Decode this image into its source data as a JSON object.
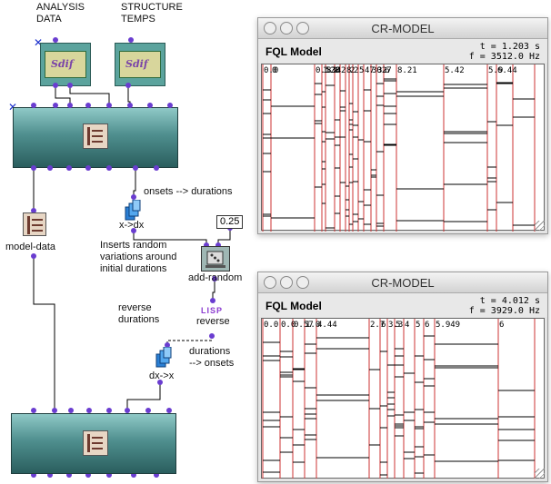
{
  "patch": {
    "labels": {
      "analysis": "ANALYSIS\nDATA",
      "structure": "STRUCTURE\nTEMPS",
      "onsets": "onsets --> durations",
      "x_dx": "x->dx",
      "number": "0.25",
      "inserts": "Inserts random variations around initial durations",
      "add_random": "add-random",
      "reverse_durations": "reverse durations",
      "lisp": "LISP",
      "reverse": "reverse",
      "durations_onsets": "durations\n--> onsets",
      "dx_x": "dx->x",
      "model_data": "model-data",
      "sdif": "Sdif"
    }
  },
  "windows": [
    {
      "title": "CR-MODEL",
      "model_name": "FQL Model",
      "t": "t = 1.203 s",
      "f": "f = 3512.0 Hz",
      "top_labels": [
        "0.0",
        "0",
        "0.528",
        "1.2",
        "834",
        "0",
        "2",
        "8",
        "2",
        "2",
        "5",
        "47",
        "3027",
        "3.",
        "6",
        "8.21",
        "5.42",
        "5.9",
        "6.44"
      ]
    },
    {
      "title": "CR-MODEL",
      "model_name": "FQL Model",
      "t": "t = 4.012 s",
      "f": "f = 3929.0 Hz",
      "top_labels": [
        "0.0",
        "0.0",
        "0.57",
        "1.0",
        "4.44",
        "2.7",
        "6",
        "3.3",
        "5",
        "4",
        "5",
        "6",
        "5.949",
        "6"
      ]
    }
  ],
  "colors": {
    "partial_line": "#cc3333",
    "frame_line": "#000000",
    "teal_box": "#4f8f8e",
    "port": "#6a3dd0"
  }
}
